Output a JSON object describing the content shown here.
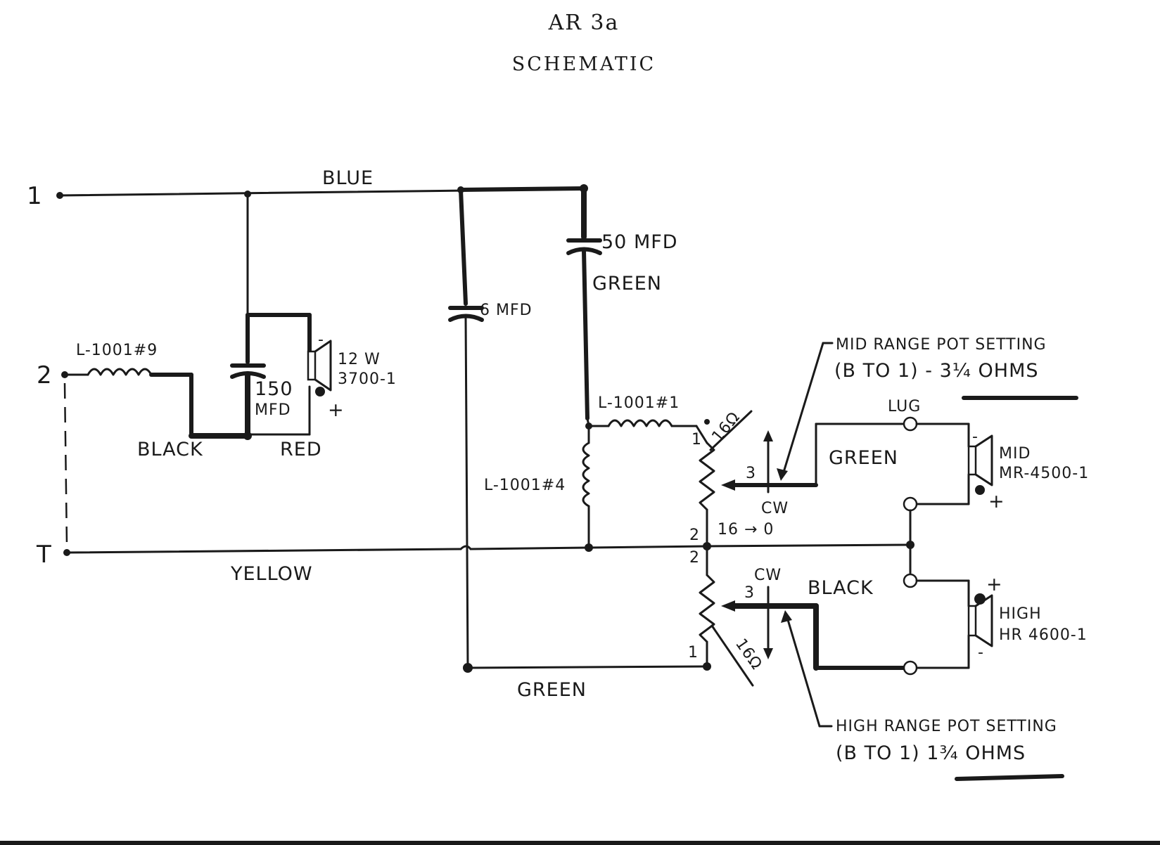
{
  "title": "AR 3a",
  "subtitle": "SCHEMATIC",
  "terminals": {
    "t1": "1",
    "t2": "2",
    "tT": "T"
  },
  "wires": {
    "blue": "BLUE",
    "yellow": "YELLOW",
    "black": "BLACK",
    "red": "RED",
    "green_top": "GREEN",
    "green_bottom": "GREEN",
    "green_mid": "GREEN",
    "black_high": "BLACK"
  },
  "components": {
    "inductor_9": "L-1001#9",
    "inductor_1": "L-1001#1",
    "inductor_4": "L-1001#4",
    "cap_150_line1": "150",
    "cap_150_line2": "MFD",
    "cap_6": "6 MFD",
    "cap_50": "50 MFD",
    "woofer_line1": "12 W",
    "woofer_line2": "3700-1",
    "mid_line1": "MID",
    "mid_line2": "MR-4500-1",
    "high_line1": "HIGH",
    "high_line2": "HR 4600-1",
    "lug": "LUG"
  },
  "pot_labels": {
    "mid_ohm": "16Ω",
    "mid_pin1": "1",
    "mid_pin2": "2",
    "mid_pin3": "3",
    "mid_cw": "CW",
    "mid_arrow": "16 → 0",
    "high_ohm": "16Ω",
    "high_pin1": "1",
    "high_pin2": "2",
    "high_pin3": "3",
    "high_cw": "CW"
  },
  "polarity": {
    "plus": "+",
    "minus": "-"
  },
  "notes": {
    "mid_line1": "MID RANGE  POT  SETTING",
    "mid_line2": "(B TO 1) - 3¼ OHMS",
    "high_line1": "HIGH RANGE  POT  SETTING",
    "high_line2": "(B TO 1)  1¾ OHMS"
  }
}
